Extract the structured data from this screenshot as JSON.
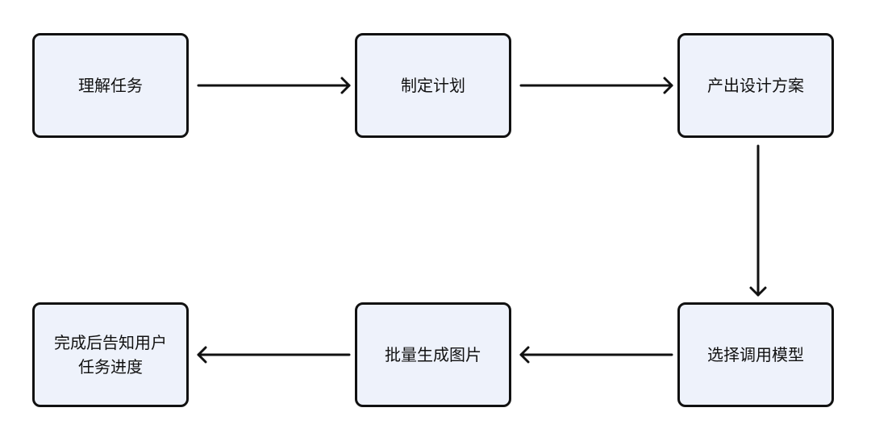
{
  "colors": {
    "node_fill": "#eef2fb",
    "node_border": "#111111",
    "arrow": "#111111",
    "background": "#ffffff"
  },
  "nodes": [
    {
      "label": "理解任务"
    },
    {
      "label": "制定计划"
    },
    {
      "label": "产出设计方案"
    },
    {
      "label": "选择调用模型"
    },
    {
      "label": "批量生成图片"
    },
    {
      "label": "完成后告知用户\n任务进度"
    }
  ],
  "edges": [
    {
      "from": "理解任务",
      "to": "制定计划"
    },
    {
      "from": "制定计划",
      "to": "产出设计方案"
    },
    {
      "from": "产出设计方案",
      "to": "选择调用模型"
    },
    {
      "from": "选择调用模型",
      "to": "批量生成图片"
    },
    {
      "from": "批量生成图片",
      "to": "完成后告知用户\n任务进度"
    }
  ]
}
